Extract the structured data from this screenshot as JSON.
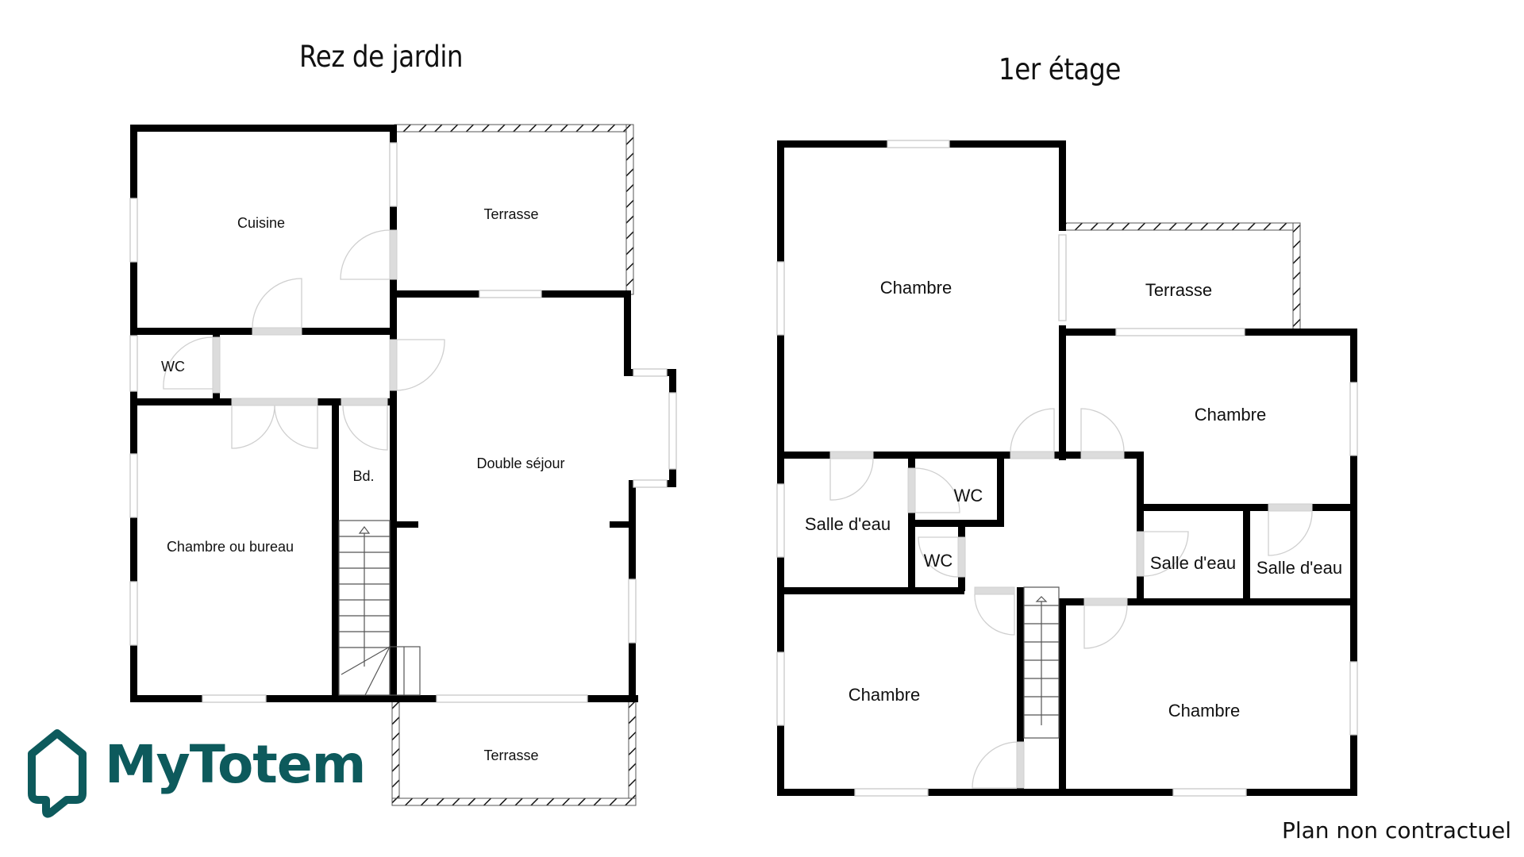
{
  "floors": {
    "ground": {
      "title": "Rez de jardin",
      "rooms": {
        "cuisine": "Cuisine",
        "terrasse_top": "Terrasse",
        "wc": "WC",
        "bd": "Bd.",
        "double_sejour": "Double séjour",
        "chambre_bureau": "Chambre ou bureau",
        "terrasse_bottom": "Terrasse"
      }
    },
    "first": {
      "title": "1er étage",
      "rooms": {
        "chambre_nw": "Chambre",
        "terrasse": "Terrasse",
        "chambre_ne": "Chambre",
        "salle_eau_w": "Salle d'eau",
        "wc_upper": "WC",
        "wc_lower": "WC",
        "salle_eau_mid": "Salle d'eau",
        "salle_eau_e": "Salle d'eau",
        "chambre_sw": "Chambre",
        "chambre_se": "Chambre"
      }
    }
  },
  "brand": {
    "name": "MyTotem",
    "color": "#0d5a5c",
    "icon": "house-speech-bubble-icon"
  },
  "footer": {
    "disclaimer": "Plan non contractuel"
  }
}
